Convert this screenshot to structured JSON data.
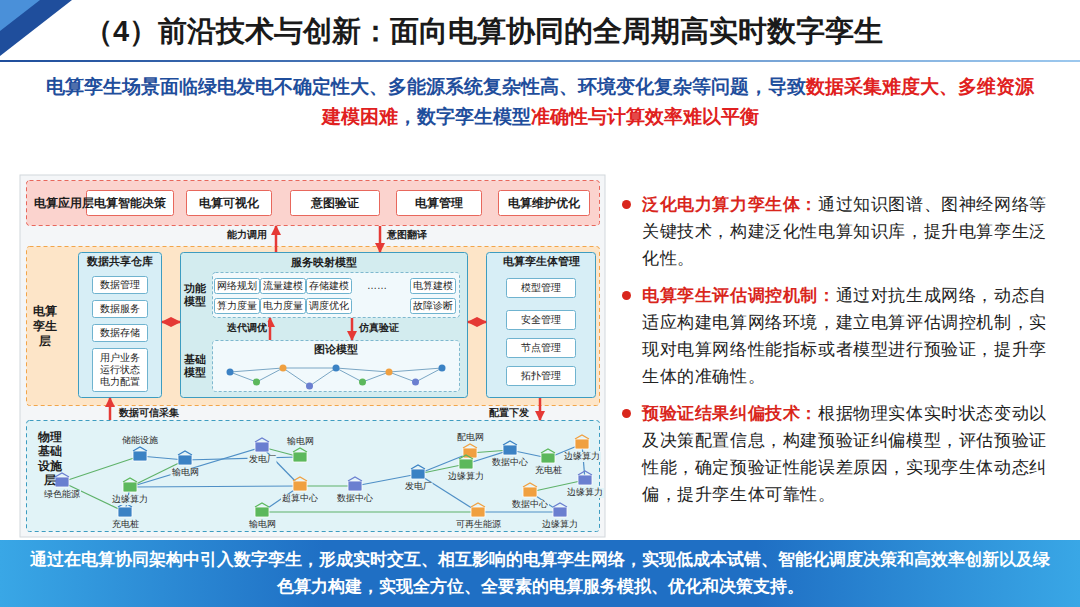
{
  "diagram": {
    "title": "（4）前沿技术与创新：面向电算协同的全周期高实时数字孪生",
    "caption": "通过在电算协同架构中引入数字孪生，形成实时交互、相互影响的电算孪生网络，实现低成本试错、智能化调度决策和高效率创新以及绿色算力构建，实现全方位、全要素的电算服务模拟、优化和决策支持。",
    "nodes": [
      {
        "text": [
          "电算应用层"
        ]
      },
      {
        "text": [
          "电算智能决策"
        ],
        "in": 0
      },
      {
        "text": [
          "电算可视化"
        ],
        "in": 0
      },
      {
        "text": [
          "意图验证"
        ],
        "in": 0
      },
      {
        "text": [
          "电算管理"
        ],
        "in": 0
      },
      {
        "text": [
          "电算维护优化"
        ],
        "in": 0
      },
      {
        "text": [
          "电算孪生层"
        ]
      },
      {
        "text": [
          "数据共享仓库"
        ],
        "in": 6
      },
      {
        "text": [
          "数据管理"
        ],
        "in": 7
      },
      {
        "text": [
          "数据服务"
        ],
        "in": 7
      },
      {
        "text": [
          "数据存储"
        ],
        "in": 7
      },
      {
        "text": [
          "用户业务 运行状态 电力配置"
        ],
        "in": 7
      },
      {
        "text": [
          "服务映射模型"
        ],
        "in": 6
      },
      {
        "text": [
          "功能模型"
        ],
        "in": 12
      },
      {
        "text": [
          "网络规划"
        ],
        "in": 13
      },
      {
        "text": [
          "流量建模"
        ],
        "in": 13
      },
      {
        "text": [
          "存储建模"
        ],
        "in": 13
      },
      {
        "text": [
          "电算建模"
        ],
        "in": 13
      },
      {
        "text": [
          "算力度量"
        ],
        "in": 13
      },
      {
        "text": [
          "电力度量"
        ],
        "in": 13
      },
      {
        "text": [
          "调度优化"
        ],
        "in": 13
      },
      {
        "text": [
          "故障诊断"
        ],
        "in": 13
      },
      {
        "text": [
          "基础模型",
          "图论模型"
        ],
        "in": 12
      },
      {
        "text": [
          "电算孪生体管理"
        ],
        "in": 6
      },
      {
        "text": [
          "模型管理"
        ],
        "in": 23
      },
      {
        "text": [
          "安全管理"
        ],
        "in": 23
      },
      {
        "text": [
          "节点管理"
        ],
        "in": 23
      },
      {
        "text": [
          "拓扑管理"
        ],
        "in": 23
      },
      {
        "text": [
          "物理基础设施层"
        ]
      }
    ],
    "edges": [
      {
        "from": 12,
        "to": 0,
        "arrow": "to",
        "label": "能力调用"
      },
      {
        "from": 0,
        "to": 12,
        "arrow": "to",
        "label": "意图翻译"
      },
      {
        "from": 7,
        "to": 12,
        "arrow": "both"
      },
      {
        "from": 12,
        "to": 23,
        "arrow": "both"
      },
      {
        "from": 22,
        "to": 13,
        "arrow": "to",
        "label": "迭代调优"
      },
      {
        "from": 13,
        "to": 22,
        "arrow": "to",
        "label": "仿真验证"
      },
      {
        "from": 28,
        "to": 7,
        "arrow": "to",
        "label": "数据可信采集"
      },
      {
        "from": 23,
        "to": 28,
        "arrow": "to",
        "label": "配置下发"
      }
    ],
    "labels": [
      "电算孪生场景面临绿电发电不确定性大、多能源系统复杂性高、环境变化复杂等问题，导致",
      "数据采集难度大、多维资源建模困难",
      "，数字孪生模型",
      "准确性与计算效率难以平衡",
      "泛化电力算力孪生体：",
      "通过知识图谱、图神经网络等关键技术，构建泛化性电算知识库，提升电算孪生泛化性。",
      "电算孪生评估调控机制：",
      "通过对抗生成网络，动态自适应构建电算网络环境，建立电算评估调控机制，实现对电算网络性能指标或者模型进行预验证，提升孪生体的准确性。",
      "预验证结果纠偏技术：",
      "根据物理实体实时状态变动以及决策配置信息，构建预验证纠偏模型，评估预验证性能，确定预验证性能误差原因，实现孪生体动态纠偏，提升孪生体可靠性。",
      "……",
      "储能设施",
      "输电网",
      "配电网",
      "发电厂",
      "数据中心",
      "充电桩",
      "边缘算力",
      "绿色能源",
      "输电网",
      "边缘算力",
      "超算中心",
      "数据中心",
      "发电厂",
      "边缘算力",
      "数据中心",
      "边缘算力",
      "充电桩",
      "输电网",
      "可再生能源",
      "边缘算力"
    ]
  }
}
